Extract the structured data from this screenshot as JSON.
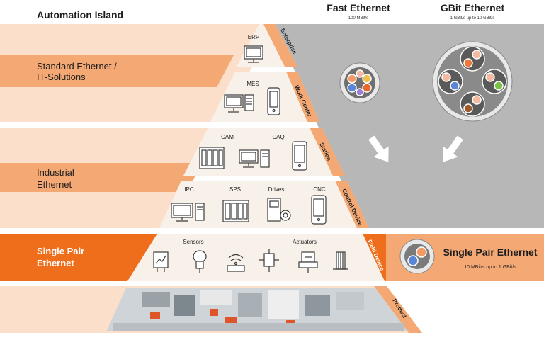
{
  "header": {
    "title": "Automation Island",
    "fast_ethernet": {
      "title": "Fast Ethernet",
      "speed": "100 MBit/s"
    },
    "gbit_ethernet": {
      "title": "GBit Ethernet",
      "speed": "1 GBit/s up to 10 GBit/s"
    }
  },
  "bands": {
    "standard_line1": "Standard Ethernet /",
    "standard_line2": "IT-Solutions",
    "industrial_line1": "Industrial",
    "industrial_line2": "Ethernet",
    "spe_line1": "Single Pair",
    "spe_line2": "Ethernet"
  },
  "levels": {
    "enterprise": "Enterprise",
    "work_center": "Work Center",
    "station": "Station",
    "control_device": "Control Device",
    "field_device": "Field Device",
    "product": "Product"
  },
  "devices": {
    "erp": "ERP",
    "mes": "MES",
    "cam": "CAM",
    "caq": "CAQ",
    "ipc": "IPC",
    "sps": "SPS",
    "drives": "Drives",
    "cnc": "CNC",
    "sensors": "Sensors",
    "actuators": "Actuators"
  },
  "spe_box": {
    "title": "Single Pair Ethernet",
    "speed": "10 MBit/s up to 1 GBit/s"
  },
  "colors": {
    "orange_dark": "#ee6e1c",
    "orange_mid": "#f4a874",
    "orange_light": "#fbdfca",
    "gray_panel": "#b7b7b7",
    "pyramid_fill": "#f8f1ea"
  }
}
